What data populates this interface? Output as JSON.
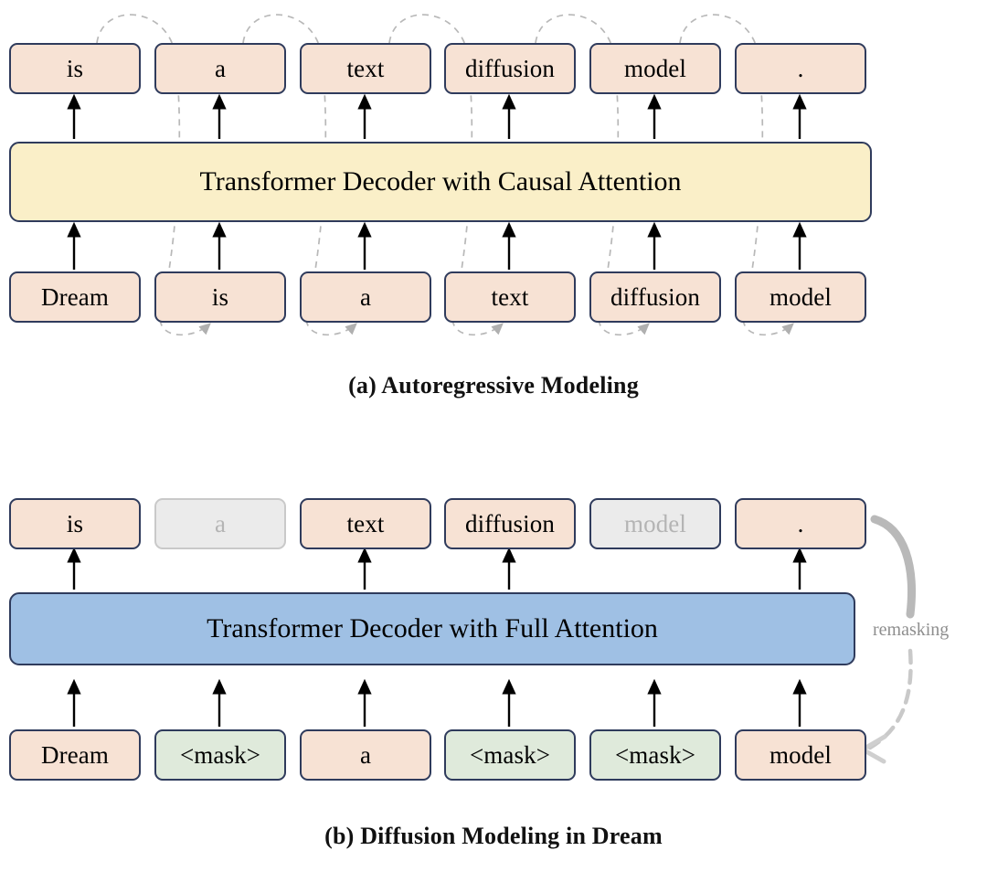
{
  "figure": {
    "panels": [
      {
        "id": "a",
        "caption": "(a) Autoregressive Modeling",
        "layer": {
          "label": "Transformer Decoder with Causal Attention",
          "fill": "#faefc8",
          "border": "#2f3b5c"
        },
        "output_row": {
          "tokens": [
            {
              "text": "is",
              "state": "normal"
            },
            {
              "text": "a",
              "state": "normal"
            },
            {
              "text": "text",
              "state": "normal"
            },
            {
              "text": "diffusion",
              "state": "normal"
            },
            {
              "text": "model",
              "state": "normal"
            },
            {
              "text": ".",
              "state": "normal"
            }
          ]
        },
        "input_row": {
          "tokens": [
            {
              "text": "Dream",
              "state": "normal"
            },
            {
              "text": "is",
              "state": "normal"
            },
            {
              "text": "a",
              "state": "normal"
            },
            {
              "text": "text",
              "state": "normal"
            },
            {
              "text": "diffusion",
              "state": "normal"
            },
            {
              "text": "model",
              "state": "normal"
            }
          ]
        },
        "feedback_arrows": {
          "style": "dashed-curve",
          "color": "#b8b8b8",
          "count": 5,
          "description": "output token k feeds back as input token k+1"
        }
      },
      {
        "id": "b",
        "caption": "(b) Diffusion Modeling in Dream",
        "layer": {
          "label": "Transformer Decoder with Full Attention",
          "fill": "#9fc0e4",
          "border": "#2f3b5c"
        },
        "output_row": {
          "tokens": [
            {
              "text": "is",
              "state": "normal"
            },
            {
              "text": "a",
              "state": "greyed"
            },
            {
              "text": "text",
              "state": "normal"
            },
            {
              "text": "diffusion",
              "state": "normal"
            },
            {
              "text": "model",
              "state": "greyed-dark"
            },
            {
              "text": ".",
              "state": "normal"
            }
          ]
        },
        "input_row": {
          "tokens": [
            {
              "text": "Dream",
              "state": "normal"
            },
            {
              "text": "<mask>",
              "state": "mask"
            },
            {
              "text": "a",
              "state": "normal"
            },
            {
              "text": "<mask>",
              "state": "mask"
            },
            {
              "text": "<mask>",
              "state": "mask"
            },
            {
              "text": "model",
              "state": "normal"
            }
          ]
        },
        "remasking": {
          "label": "remasking",
          "color": "#8e8e8e"
        }
      }
    ],
    "colors": {
      "token_fill": "#f7e2d4",
      "token_border": "#2f3b5c",
      "mask_fill": "#dfeadb",
      "ghost_fill": "#ebebeb",
      "ghost_text": "#b4b4b4",
      "causal_bar_fill": "#faefc8",
      "full_bar_fill": "#9fc0e4",
      "arrow_color": "#000000",
      "feedback_arrow_color": "#b8b8b8"
    }
  }
}
